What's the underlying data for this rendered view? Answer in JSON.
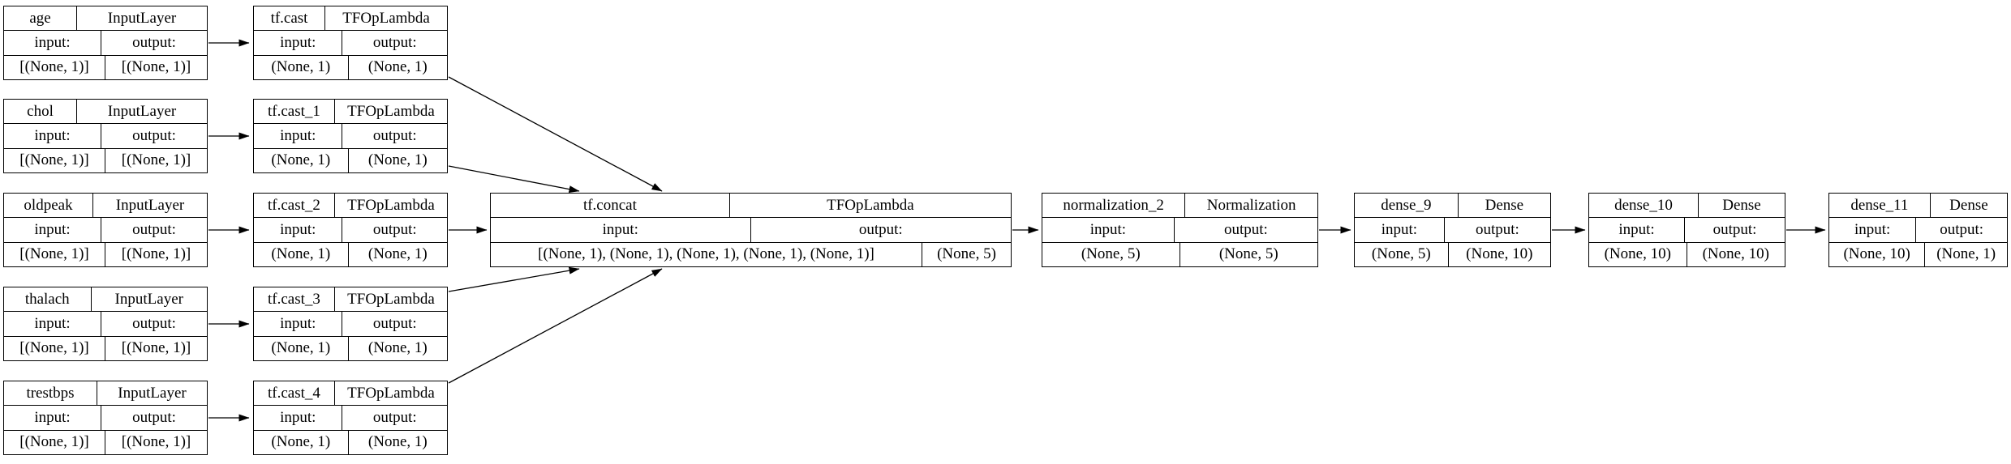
{
  "diagram": {
    "kind": "keras-model-plot",
    "background": "#ffffff",
    "line_color": "#000000"
  },
  "labels": {
    "input": "input:",
    "output": "output:"
  },
  "nodes": {
    "age": {
      "name": "age",
      "type": "InputLayer",
      "input_shape": "[(None, 1)]",
      "output_shape": "[(None, 1)]"
    },
    "chol": {
      "name": "chol",
      "type": "InputLayer",
      "input_shape": "[(None, 1)]",
      "output_shape": "[(None, 1)]"
    },
    "oldpeak": {
      "name": "oldpeak",
      "type": "InputLayer",
      "input_shape": "[(None, 1)]",
      "output_shape": "[(None, 1)]"
    },
    "thalach": {
      "name": "thalach",
      "type": "InputLayer",
      "input_shape": "[(None, 1)]",
      "output_shape": "[(None, 1)]"
    },
    "trestbps": {
      "name": "trestbps",
      "type": "InputLayer",
      "input_shape": "[(None, 1)]",
      "output_shape": "[(None, 1)]"
    },
    "tf_cast": {
      "name": "tf.cast",
      "type": "TFOpLambda",
      "input_shape": "(None, 1)",
      "output_shape": "(None, 1)"
    },
    "tf_cast_1": {
      "name": "tf.cast_1",
      "type": "TFOpLambda",
      "input_shape": "(None, 1)",
      "output_shape": "(None, 1)"
    },
    "tf_cast_2": {
      "name": "tf.cast_2",
      "type": "TFOpLambda",
      "input_shape": "(None, 1)",
      "output_shape": "(None, 1)"
    },
    "tf_cast_3": {
      "name": "tf.cast_3",
      "type": "TFOpLambda",
      "input_shape": "(None, 1)",
      "output_shape": "(None, 1)"
    },
    "tf_cast_4": {
      "name": "tf.cast_4",
      "type": "TFOpLambda",
      "input_shape": "(None, 1)",
      "output_shape": "(None, 1)"
    },
    "tf_concat": {
      "name": "tf.concat",
      "type": "TFOpLambda",
      "input_shape": "[(None, 1), (None, 1), (None, 1), (None, 1), (None, 1)]",
      "output_shape": "(None, 5)"
    },
    "normalization_2": {
      "name": "normalization_2",
      "type": "Normalization",
      "input_shape": "(None, 5)",
      "output_shape": "(None, 5)"
    },
    "dense_9": {
      "name": "dense_9",
      "type": "Dense",
      "input_shape": "(None, 5)",
      "output_shape": "(None, 10)"
    },
    "dense_10": {
      "name": "dense_10",
      "type": "Dense",
      "input_shape": "(None, 10)",
      "output_shape": "(None, 10)"
    },
    "dense_11": {
      "name": "dense_11",
      "type": "Dense",
      "input_shape": "(None, 10)",
      "output_shape": "(None, 1)"
    }
  },
  "edges": [
    {
      "from": "age",
      "to": "tf_cast"
    },
    {
      "from": "chol",
      "to": "tf_cast_1"
    },
    {
      "from": "oldpeak",
      "to": "tf_cast_2"
    },
    {
      "from": "thalach",
      "to": "tf_cast_3"
    },
    {
      "from": "trestbps",
      "to": "tf_cast_4"
    },
    {
      "from": "tf_cast",
      "to": "tf_concat"
    },
    {
      "from": "tf_cast_1",
      "to": "tf_concat"
    },
    {
      "from": "tf_cast_2",
      "to": "tf_concat"
    },
    {
      "from": "tf_cast_3",
      "to": "tf_concat"
    },
    {
      "from": "tf_cast_4",
      "to": "tf_concat"
    },
    {
      "from": "tf_concat",
      "to": "normalization_2"
    },
    {
      "from": "normalization_2",
      "to": "dense_9"
    },
    {
      "from": "dense_9",
      "to": "dense_10"
    },
    {
      "from": "dense_10",
      "to": "dense_11"
    }
  ]
}
